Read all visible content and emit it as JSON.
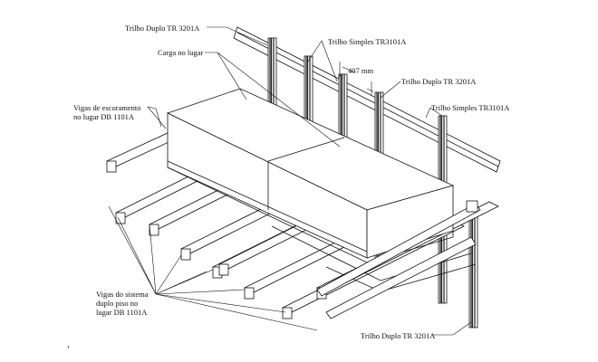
{
  "labels": {
    "double_rail_top": "Trilho Duplo TR 3201A",
    "single_rail_top": "Trilho Simples TR3101A",
    "load": "Carga no lugar",
    "spacing": "407 mm",
    "double_rail_mid": "Trilho Duplo TR 3201A",
    "single_rail_mid": "Trilho Simples TR3101A",
    "shoring_beams_1": "Vigas de escoramento",
    "shoring_beams_2": "no lugar DB 1101A",
    "floor_beams_1": "Vigas do sistema",
    "floor_beams_2": "duplo piso no",
    "floor_beams_3": "lugar DB 1101A",
    "double_rail_bottom": "Trilho Duplo TR 3201A"
  }
}
